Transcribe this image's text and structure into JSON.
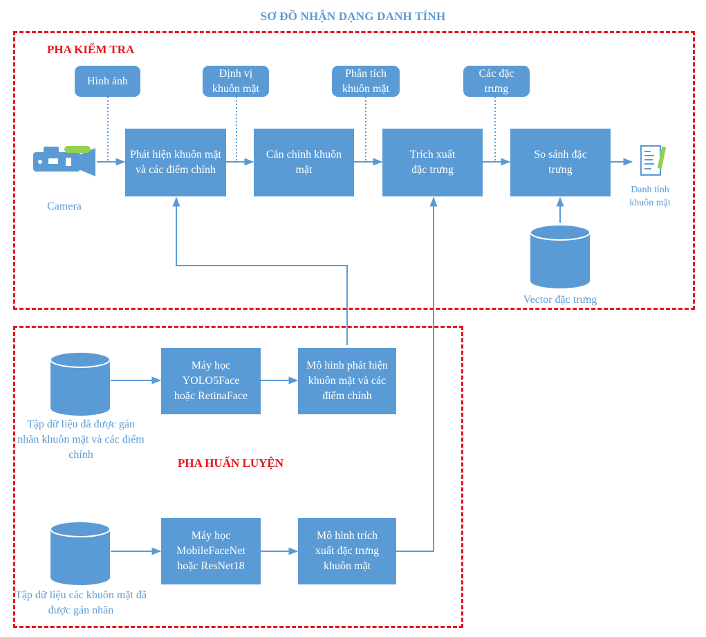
{
  "diagram": {
    "title": "SƠ ĐỒ NHẬN DẠNG DANH TÍNH",
    "phases": {
      "inference": "PHA KIỂM TRA",
      "training": "PHA HUẤN LUYỆN"
    },
    "tags": {
      "image": "Hình ảnh",
      "face_localization": "Định vị khuôn mặt",
      "face_analysis": "Phân tích khuôn mặt",
      "features": "Các đặc trưng"
    },
    "inference_steps": {
      "detect": "Phát hiện khuôn mặt và các điểm chính",
      "align": "Căn chỉnh khuôn mặt",
      "extract": "Trích xuất đặc trưng",
      "compare": "So sánh đặc trưng"
    },
    "captions": {
      "camera": "Camera",
      "identity": "Danh tính khuôn mặt",
      "vector_db": "Vector đặc trưng",
      "dataset_landmarks": "Tập dữ liệu đã được gán nhãn khuôn mặt và các điểm chính",
      "dataset_faces": "Tập dữ liệu các khuôn mặt đã được gán nhãn"
    },
    "training_steps": {
      "learner_detect": "Máy học YOLO5Face hoặc RetinaFace",
      "model_detect": "Mô hình phát hiện khuôn mặt và các điểm chính",
      "learner_embed": "Máy học MobileFaceNet hoặc ResNet18",
      "model_embed": "Mô hình trích xuất đặc trưng khuôn mặt"
    },
    "colors": {
      "accent_blue": "#5b9bd5",
      "phase_red": "#e3161c",
      "white": "#ffffff"
    },
    "icons": [
      "video-camera-icon",
      "identity-document-icon",
      "database-icon"
    ]
  }
}
